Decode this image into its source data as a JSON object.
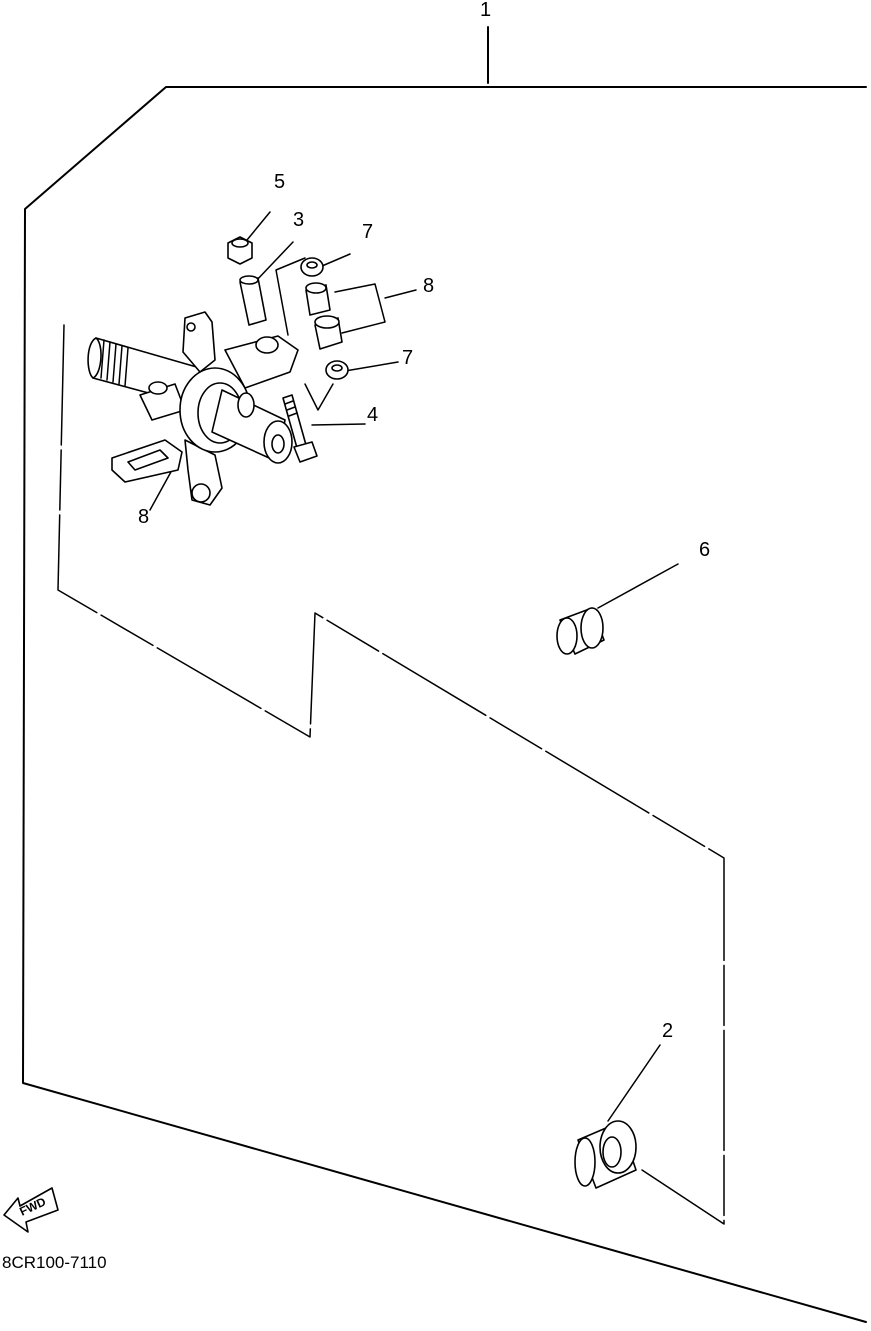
{
  "callouts": {
    "c1": "1",
    "c2": "2",
    "c3": "3",
    "c4": "4",
    "c5": "5",
    "c6": "6",
    "c7a": "7",
    "c7b": "7",
    "c8a": "8",
    "c8b": "8"
  },
  "fwd_label": "FWD",
  "part_code": "8CR100-7110"
}
